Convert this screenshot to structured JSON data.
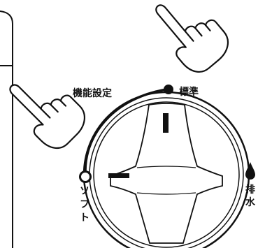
{
  "labels": {
    "function_setting": "機能設定",
    "standard": "標準",
    "soft_chars": [
      "ソ",
      "フ",
      "ト"
    ],
    "drain_chars": [
      "排",
      "水"
    ]
  },
  "icons": [
    "pointing-hand-icon",
    "water-drop-icon"
  ],
  "colors": {
    "ink": "#111111",
    "background": "#ffffff"
  }
}
